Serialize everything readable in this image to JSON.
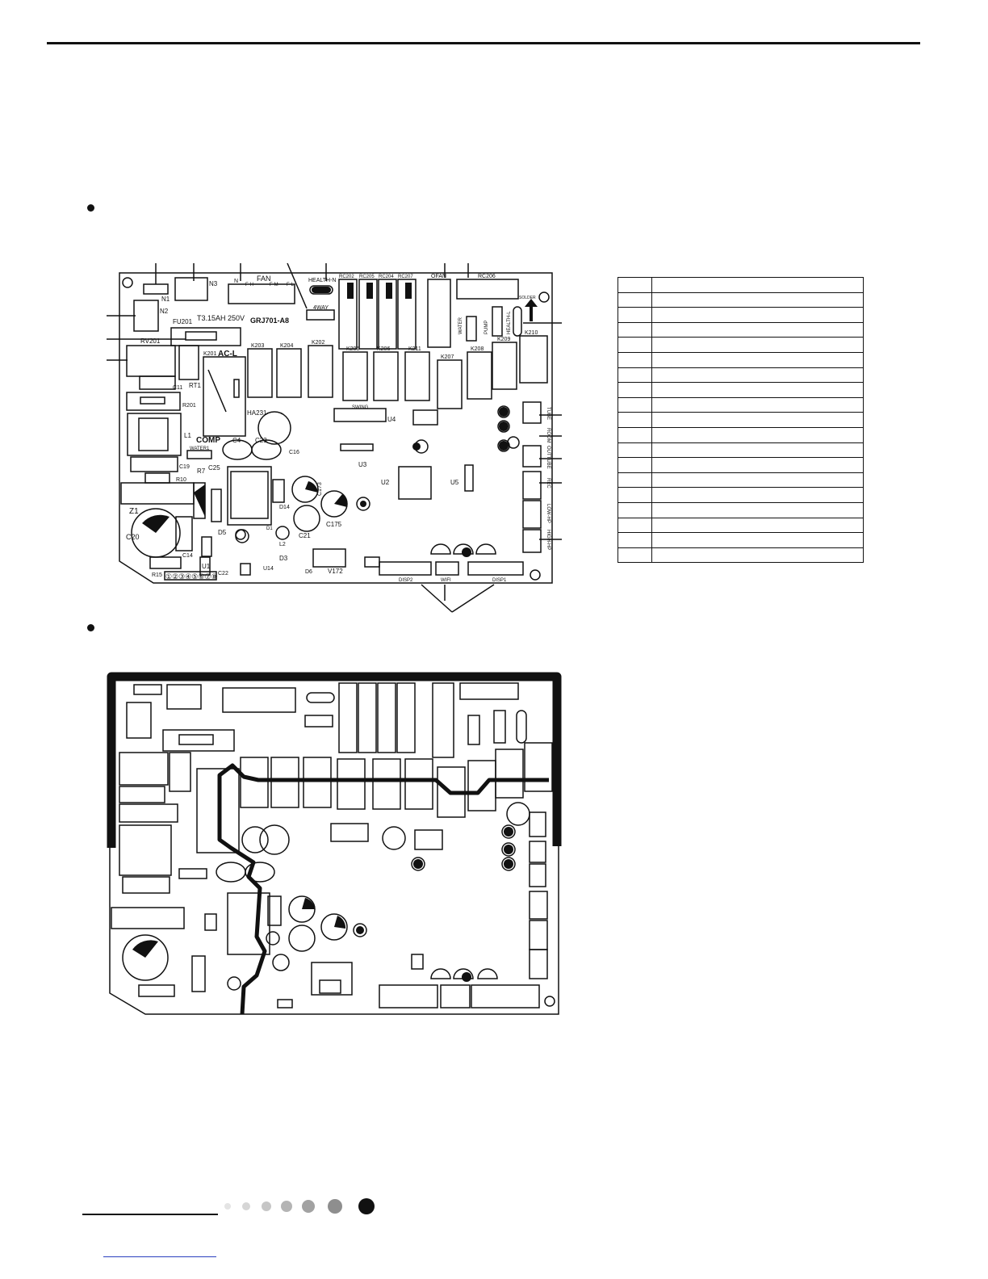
{
  "board_top": {
    "model_label": "GRJ701-A8",
    "fuse_rating": "T3.15AH  250V",
    "labels": {
      "n1": "N1",
      "n2": "N2",
      "n3": "N3",
      "fu201": "FU201",
      "rv201": "RV201",
      "rt1": "RT1",
      "c11": "C11",
      "r201": "R201",
      "l1": "L1",
      "c19": "C19",
      "r10": "R10",
      "z1": "Z1",
      "c20": "C20",
      "r15": "R15",
      "c14": "C14",
      "fan": "FAN",
      "fan_h": "F-H",
      "fan_m": "F-M",
      "fan_l": "F-L",
      "fan_n": "N",
      "health_n": "HEALTH-N",
      "four_way": "4WAY",
      "rc202": "RC202",
      "rc205": "RC205",
      "rc204": "RC204",
      "rc207": "RC207",
      "ofan": "OFAN",
      "rc206": "RC206",
      "solder": "SOLDER",
      "water": "WATER",
      "pump": "PUMP",
      "health_l": "HEALTH-L",
      "k201": "K201",
      "ac_l": "AC-L",
      "k203": "K203",
      "k204": "K204",
      "k202": "K202",
      "k205": "K205",
      "k206": "K206",
      "k211": "K211",
      "k207": "K207",
      "k208": "K208",
      "k209": "K209",
      "k210": "K210",
      "comp": "COMP",
      "water1": "WATER1",
      "ha231": "HA231",
      "c4": "C4",
      "c23": "C23",
      "c16": "C16",
      "c25": "C25",
      "r7": "R7",
      "swing": "SWING",
      "u4": "U4",
      "u3": "U3",
      "u2": "U2",
      "u5": "U5",
      "c173": "C173",
      "c175": "C175",
      "c21": "C21",
      "d14": "D14",
      "d5": "D5",
      "d1": "D1",
      "l2": "L2",
      "d3": "D3",
      "u1": "U1",
      "c22": "C22",
      "u14": "U14",
      "d6": "D6",
      "v172": "V172",
      "tube": "TUBE",
      "room": "ROOM",
      "outtube": "OUTTUBE",
      "rec": "REC",
      "low_hp": "LOW-HP",
      "high_hp": "HIGH-HP",
      "disp2": "DISP2",
      "wifi": "WIFI",
      "disp1": "DISP1",
      "pin_row": "①②③④⑤⑥⑦⑧"
    }
  },
  "legend_table": {
    "rows": 19
  },
  "footer": {
    "page_dots": 7
  }
}
